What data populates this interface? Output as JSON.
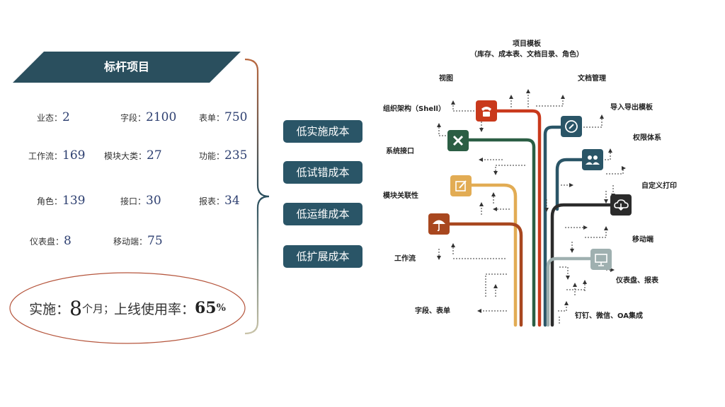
{
  "banner": {
    "title": "标杆项目"
  },
  "stats": [
    {
      "label": "业态：",
      "value": "2"
    },
    {
      "label": "字段：",
      "value": "2100"
    },
    {
      "label": "表单：",
      "value": "750"
    },
    {
      "label": "工作流：",
      "value": "169"
    },
    {
      "label": "模块大类：",
      "value": "27"
    },
    {
      "label": "功能：",
      "value": "235"
    },
    {
      "label": "角色：",
      "value": "139"
    },
    {
      "label": "接口：",
      "value": "30"
    },
    {
      "label": "报表：",
      "value": "34"
    },
    {
      "label": "仪表盘：",
      "value": "8"
    },
    {
      "label": "移动端：",
      "value": "75"
    }
  ],
  "implementation": {
    "prefix": "实施：",
    "months_value": "8",
    "months_unit": "个月；",
    "rate_label": "上线使用率：",
    "rate_value": "65",
    "rate_unit": "%"
  },
  "cost_buttons": [
    "低实施成本",
    "低试错成本",
    "低运维成本",
    "低扩展成本"
  ],
  "diagram": {
    "top_label": "项目模板",
    "top_sublabel": "（库存、成本表、文档目录、角色）",
    "left_labels": [
      "视图",
      "组织架构（Shell）",
      "系统接口",
      "模块关联性",
      "工作流",
      "字段、表单"
    ],
    "right_labels": [
      "文档管理",
      "导入导出模板",
      "权限体系",
      "自定义打印",
      "移动端",
      "仪表盘、报表",
      "钉钉、微信、OA集成"
    ],
    "icons": [
      {
        "name": "phone-icon",
        "color": "#c9391c"
      },
      {
        "name": "tools-icon",
        "color": "#2b5e44"
      },
      {
        "name": "edit-icon",
        "color": "#e2ac54"
      },
      {
        "name": "umbrella-icon",
        "color": "#a8471f"
      },
      {
        "name": "compass-icon",
        "color": "#2a5567"
      },
      {
        "name": "users-icon",
        "color": "#2a5567"
      },
      {
        "name": "cloud-download-icon",
        "color": "#2b2b2b"
      },
      {
        "name": "presentation-icon",
        "color": "#9fb0b0"
      }
    ],
    "colors": {
      "red": "#c9391c",
      "green": "#2b5e44",
      "yellow": "#e2ac54",
      "brown": "#a8471f",
      "teal": "#2a5567",
      "black": "#2b2b2b",
      "grey": "#9fb0b0"
    }
  }
}
